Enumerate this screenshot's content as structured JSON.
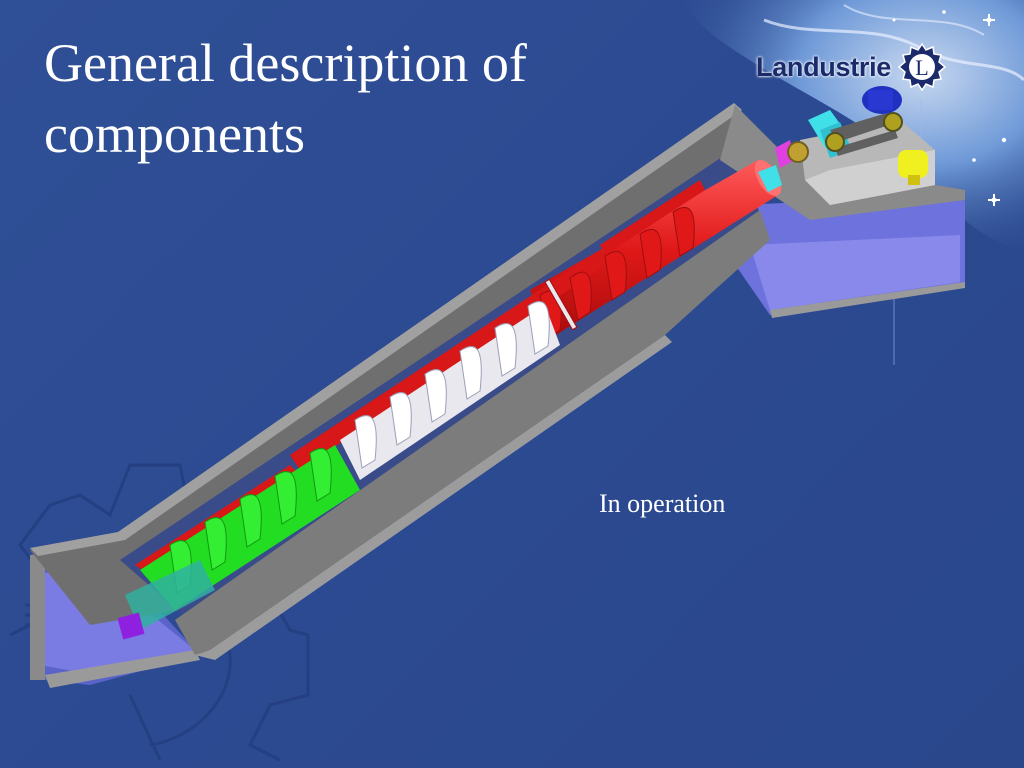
{
  "slide": {
    "title": "General description of components",
    "caption": "In operation"
  },
  "logo": {
    "text": "Landustrie",
    "mark_letter": "L"
  },
  "colors": {
    "background": "#2c4a91",
    "trough": "#7a7a7a",
    "screw_green": "#22dd22",
    "screw_white": "#e8e8ee",
    "screw_red": "#e01818",
    "tube_red": "#e01818",
    "base_purple": "#7070e0",
    "drive_cyan": "#40e0e8",
    "drive_yellow": "#f0f020",
    "motor_blue": "#2030c0"
  },
  "icons": {
    "logo_mark": "gear-l-icon",
    "background_gear": "gear-outline-icon"
  }
}
